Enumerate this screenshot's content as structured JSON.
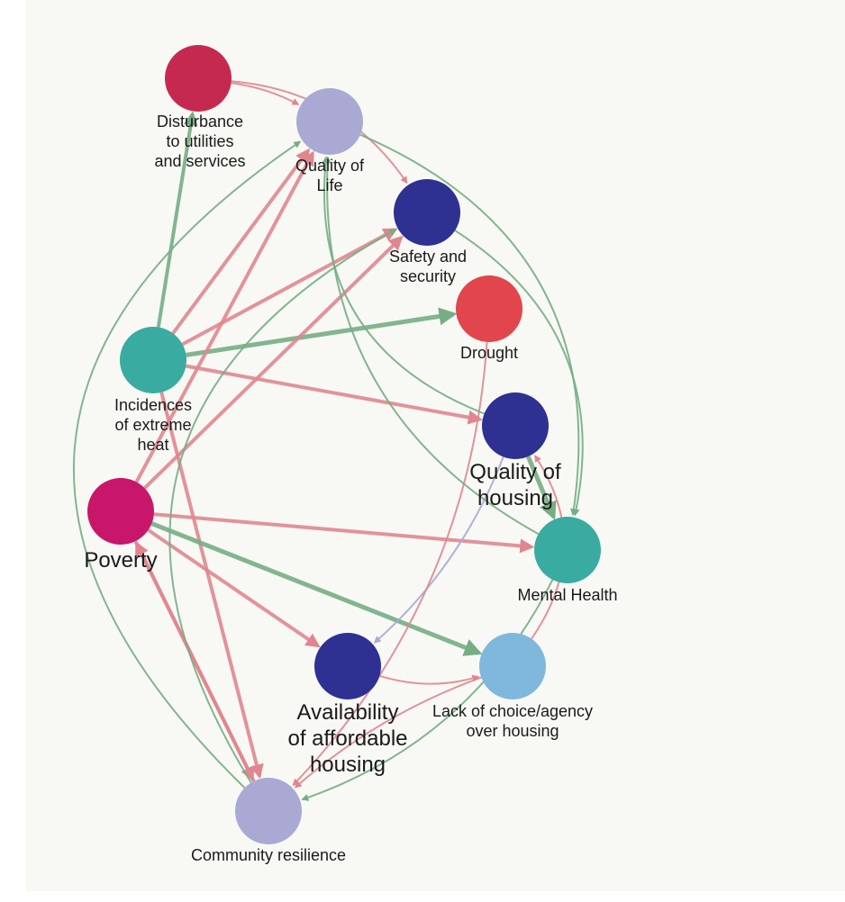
{
  "colors": {
    "negative_edge": "#e0868f",
    "positive_edge": "#76ad84",
    "neutral_edge": "#a9a7d8",
    "background": "#f8f9f4"
  },
  "nodes": [
    {
      "id": "disturbance",
      "label": [
        "Disturbance",
        "to utilities",
        "and services"
      ],
      "color": "#c62950",
      "size": "small"
    },
    {
      "id": "quality_life",
      "label": [
        "Quality of",
        "Life"
      ],
      "color": "#aaa9d4",
      "size": "small"
    },
    {
      "id": "safety",
      "label": [
        "Safety and",
        "security"
      ],
      "color": "#2e3192",
      "size": "small"
    },
    {
      "id": "drought",
      "label": [
        "Drought"
      ],
      "color": "#e0464c",
      "size": "small"
    },
    {
      "id": "heat",
      "label": [
        "Incidences",
        "of extreme",
        "heat"
      ],
      "color": "#3aaba0",
      "size": "small"
    },
    {
      "id": "quality_housing",
      "label": [
        "Quality of",
        "housing"
      ],
      "color": "#2e3192",
      "size": "large"
    },
    {
      "id": "poverty",
      "label": [
        "Poverty"
      ],
      "color": "#c8166a",
      "size": "large"
    },
    {
      "id": "mental_health",
      "label": [
        "Mental Health"
      ],
      "color": "#3aaba0",
      "size": "small"
    },
    {
      "id": "affordable",
      "label": [
        "Availability",
        "of affordable",
        "housing"
      ],
      "color": "#2e3192",
      "size": "large"
    },
    {
      "id": "choice",
      "label": [
        "Lack of choice/agency",
        "over housing"
      ],
      "color": "#7fb8dc",
      "size": "small"
    },
    {
      "id": "community",
      "label": [
        "Community resilience"
      ],
      "color": "#aaa9d4",
      "size": "small"
    }
  ],
  "edges": [
    {
      "from": "disturbance",
      "to": "quality_life",
      "polarity": "negative",
      "weight": 2
    },
    {
      "from": "disturbance",
      "to": "safety",
      "polarity": "negative",
      "weight": 2
    },
    {
      "from": "heat",
      "to": "disturbance",
      "polarity": "positive",
      "weight": 4
    },
    {
      "from": "heat",
      "to": "quality_life",
      "polarity": "negative",
      "weight": 4
    },
    {
      "from": "heat",
      "to": "safety",
      "polarity": "negative",
      "weight": 4
    },
    {
      "from": "heat",
      "to": "drought",
      "polarity": "positive",
      "weight": 5
    },
    {
      "from": "heat",
      "to": "quality_housing",
      "polarity": "negative",
      "weight": 4
    },
    {
      "from": "heat",
      "to": "community",
      "polarity": "negative",
      "weight": 4
    },
    {
      "from": "poverty",
      "to": "quality_life",
      "polarity": "negative",
      "weight": 4
    },
    {
      "from": "poverty",
      "to": "safety",
      "polarity": "negative",
      "weight": 4
    },
    {
      "from": "poverty",
      "to": "mental_health",
      "polarity": "negative",
      "weight": 4
    },
    {
      "from": "poverty",
      "to": "affordable",
      "polarity": "negative",
      "weight": 4
    },
    {
      "from": "poverty",
      "to": "choice",
      "polarity": "positive",
      "weight": 5
    },
    {
      "from": "poverty",
      "to": "community",
      "polarity": "negative",
      "weight": 4
    },
    {
      "from": "community",
      "to": "poverty",
      "polarity": "negative",
      "weight": 4
    },
    {
      "from": "quality_housing",
      "to": "mental_health",
      "polarity": "positive",
      "weight": 5
    },
    {
      "from": "quality_housing",
      "to": "affordable",
      "polarity": "neutral",
      "weight": 2
    },
    {
      "from": "drought",
      "to": "community",
      "polarity": "negative",
      "weight": 2
    },
    {
      "from": "affordable",
      "to": "choice",
      "polarity": "negative",
      "weight": 2
    },
    {
      "from": "choice",
      "to": "quality_housing",
      "polarity": "negative",
      "weight": 2
    },
    {
      "from": "choice",
      "to": "community",
      "polarity": "negative",
      "weight": 2
    },
    {
      "from": "quality_housing",
      "to": "quality_life",
      "polarity": "positive",
      "weight": 2
    },
    {
      "from": "mental_health",
      "to": "quality_life",
      "polarity": "positive",
      "weight": 2
    },
    {
      "from": "quality_life",
      "to": "mental_health",
      "polarity": "positive",
      "weight": 2
    },
    {
      "from": "safety",
      "to": "mental_health",
      "polarity": "positive",
      "weight": 2
    },
    {
      "from": "mental_health",
      "to": "community",
      "polarity": "positive",
      "weight": 2
    },
    {
      "from": "community",
      "to": "quality_life",
      "polarity": "positive",
      "weight": 2
    },
    {
      "from": "community",
      "to": "safety",
      "polarity": "positive",
      "weight": 2
    }
  ]
}
